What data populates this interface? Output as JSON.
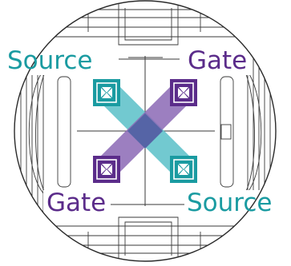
{
  "labels": {
    "source_top": "Source",
    "gate_top": "Gate",
    "gate_bottom": "Gate",
    "source_bottom": "Source"
  },
  "colors": {
    "source": "#1a9ba1",
    "gate": "#5b2c8a",
    "source_band": "#63c3cb",
    "gate_band": "#8b68b5",
    "overlap": "#5564a6",
    "line": "#3a3a3a"
  }
}
